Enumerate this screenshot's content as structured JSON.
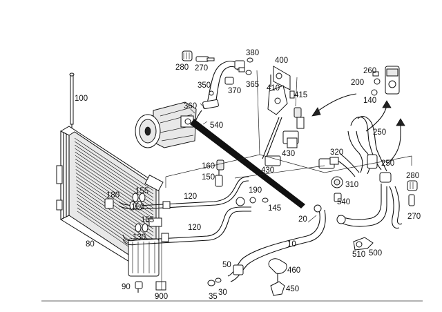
{
  "labels": {
    "p100": "100",
    "p80": "80",
    "p90": "90",
    "p900": "900",
    "p180": "180",
    "p155a": "155",
    "p130a": "130",
    "p155b": "155",
    "p130b": "130",
    "p120a": "120",
    "p120b": "120",
    "p160": "160",
    "p150": "150",
    "p190": "190",
    "p145": "145",
    "p280a": "280",
    "p270a": "270",
    "p380": "380",
    "p400": "400",
    "p350": "350",
    "p370": "370",
    "p365": "365",
    "p410": "410",
    "p415": "415",
    "p360": "360",
    "p540a": "540",
    "p430a": "430",
    "p430b": "430",
    "p320": "320",
    "p310": "310",
    "p540b": "540",
    "p20": "20",
    "p10": "10",
    "p50": "50",
    "p460": "460",
    "p450": "450",
    "p35": "35",
    "p30": "30",
    "p510": "510",
    "p500": "500",
    "p260": "260",
    "p200": "200",
    "p140": "140",
    "p250a": "250",
    "p250b": "250",
    "p280b": "280",
    "p270b": "270"
  },
  "colors": {
    "line": "#111111",
    "background": "#ffffff",
    "part_fill": "#e8e8e8"
  }
}
